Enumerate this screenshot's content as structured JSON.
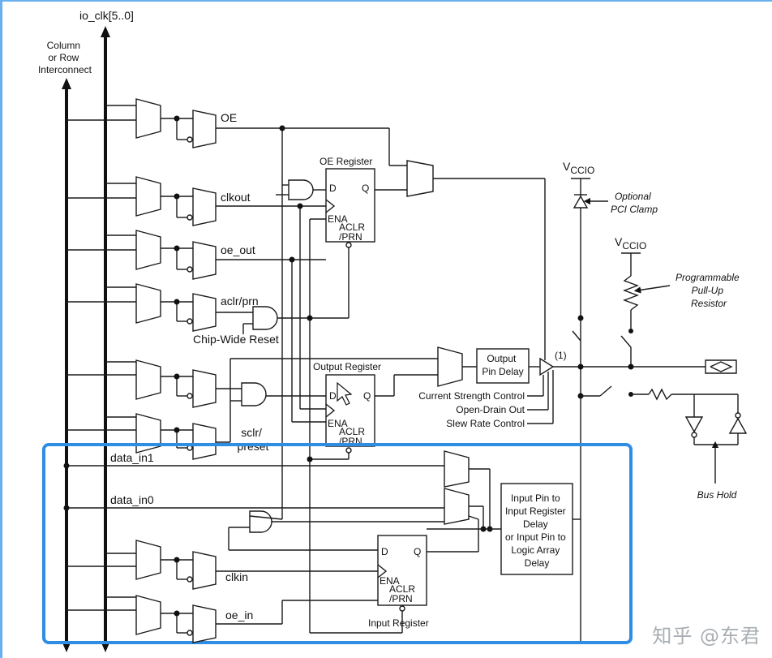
{
  "buses": {
    "io_clk": "io_clk[5..0]",
    "interconnect": "Column\nor Row\nInterconnect"
  },
  "signals": {
    "oe": "OE",
    "clkout": "clkout",
    "oe_out": "oe_out",
    "aclr_prn": "aclr/prn",
    "chip_wide_reset": "Chip-Wide Reset",
    "sclr_preset": "sclr/\npreset",
    "data_in1": "data_in1",
    "data_in0": "data_in0",
    "clkin": "clkin",
    "oe_in": "oe_in"
  },
  "registers": {
    "oe_register": "OE Register",
    "output_register": "Output Register",
    "input_register": "Input Register",
    "pin_d": "D",
    "pin_q": "Q",
    "pin_ena": "ENA",
    "pin_aclr": "ACLR",
    "pin_prn": "/PRN"
  },
  "blocks": {
    "output_pin_delay": "Output\nPin Delay",
    "input_delay": "Input Pin to\nInput Register\nDelay\nor Input Pin to\nLogic Array\nDelay"
  },
  "controls": {
    "current_strength": "Current Strength Control",
    "open_drain": "Open-Drain Out",
    "slew_rate": "Slew Rate Control",
    "note_1": "(1)"
  },
  "right_side": {
    "vccio_v": "V",
    "vccio_sub": "CCIO",
    "optional_pci_clamp": "Optional\nPCI Clamp",
    "pull_up": "Programmable\nPull-Up\nResistor",
    "bus_hold": "Bus Hold"
  },
  "watermark": "知乎 @东君",
  "colors": {
    "highlight": "#2f8de4",
    "line": "#1a1a1a"
  }
}
